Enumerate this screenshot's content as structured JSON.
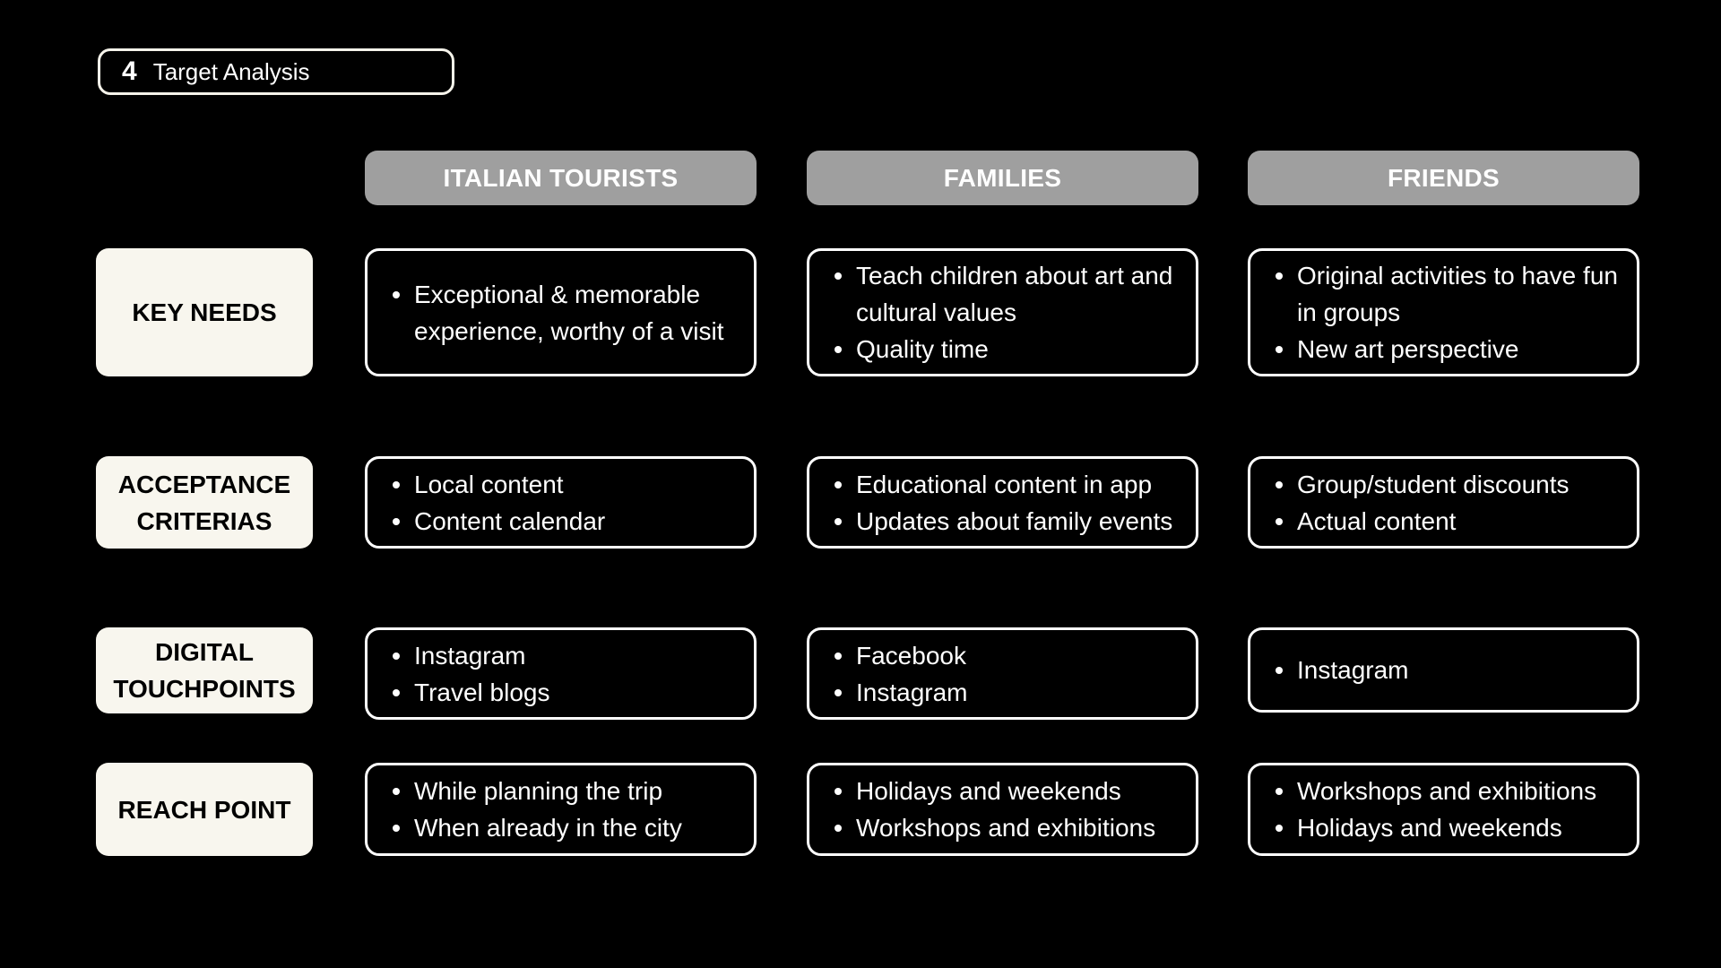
{
  "section": {
    "number": "4",
    "title": "Target Analysis"
  },
  "columns": [
    "ITALIAN TOURISTS",
    "FAMILIES",
    "FRIENDS"
  ],
  "rows": [
    {
      "label": "KEY NEEDS",
      "cells": [
        [
          "Exceptional & memorable experience, worthy of a visit"
        ],
        [
          "Teach children about art and cultural values",
          "Quality time"
        ],
        [
          "Original activities to have fun in groups",
          "New art perspective"
        ]
      ]
    },
    {
      "label": "ACCEPTANCE CRITERIAS",
      "cells": [
        [
          "Local content",
          "Content calendar"
        ],
        [
          "Educational content in app",
          "Updates about family events"
        ],
        [
          "Group/student discounts",
          "Actual content"
        ]
      ]
    },
    {
      "label": "DIGITAL TOUCHPOINTS",
      "cells": [
        [
          "Instagram",
          "Travel blogs"
        ],
        [
          "Facebook",
          "Instagram"
        ],
        [
          "Instagram"
        ]
      ]
    },
    {
      "label": "REACH POINT",
      "cells": [
        [
          "While planning the trip",
          "When already in the city"
        ],
        [
          "Holidays and weekends",
          "Workshops and exhibitions"
        ],
        [
          "Workshops and exhibitions",
          "Holidays and weekends"
        ]
      ]
    }
  ],
  "colors": {
    "background": "#000000",
    "header_fill": "#9f9f9f",
    "label_fill": "#f8f6ee",
    "border": "#ffffff"
  }
}
